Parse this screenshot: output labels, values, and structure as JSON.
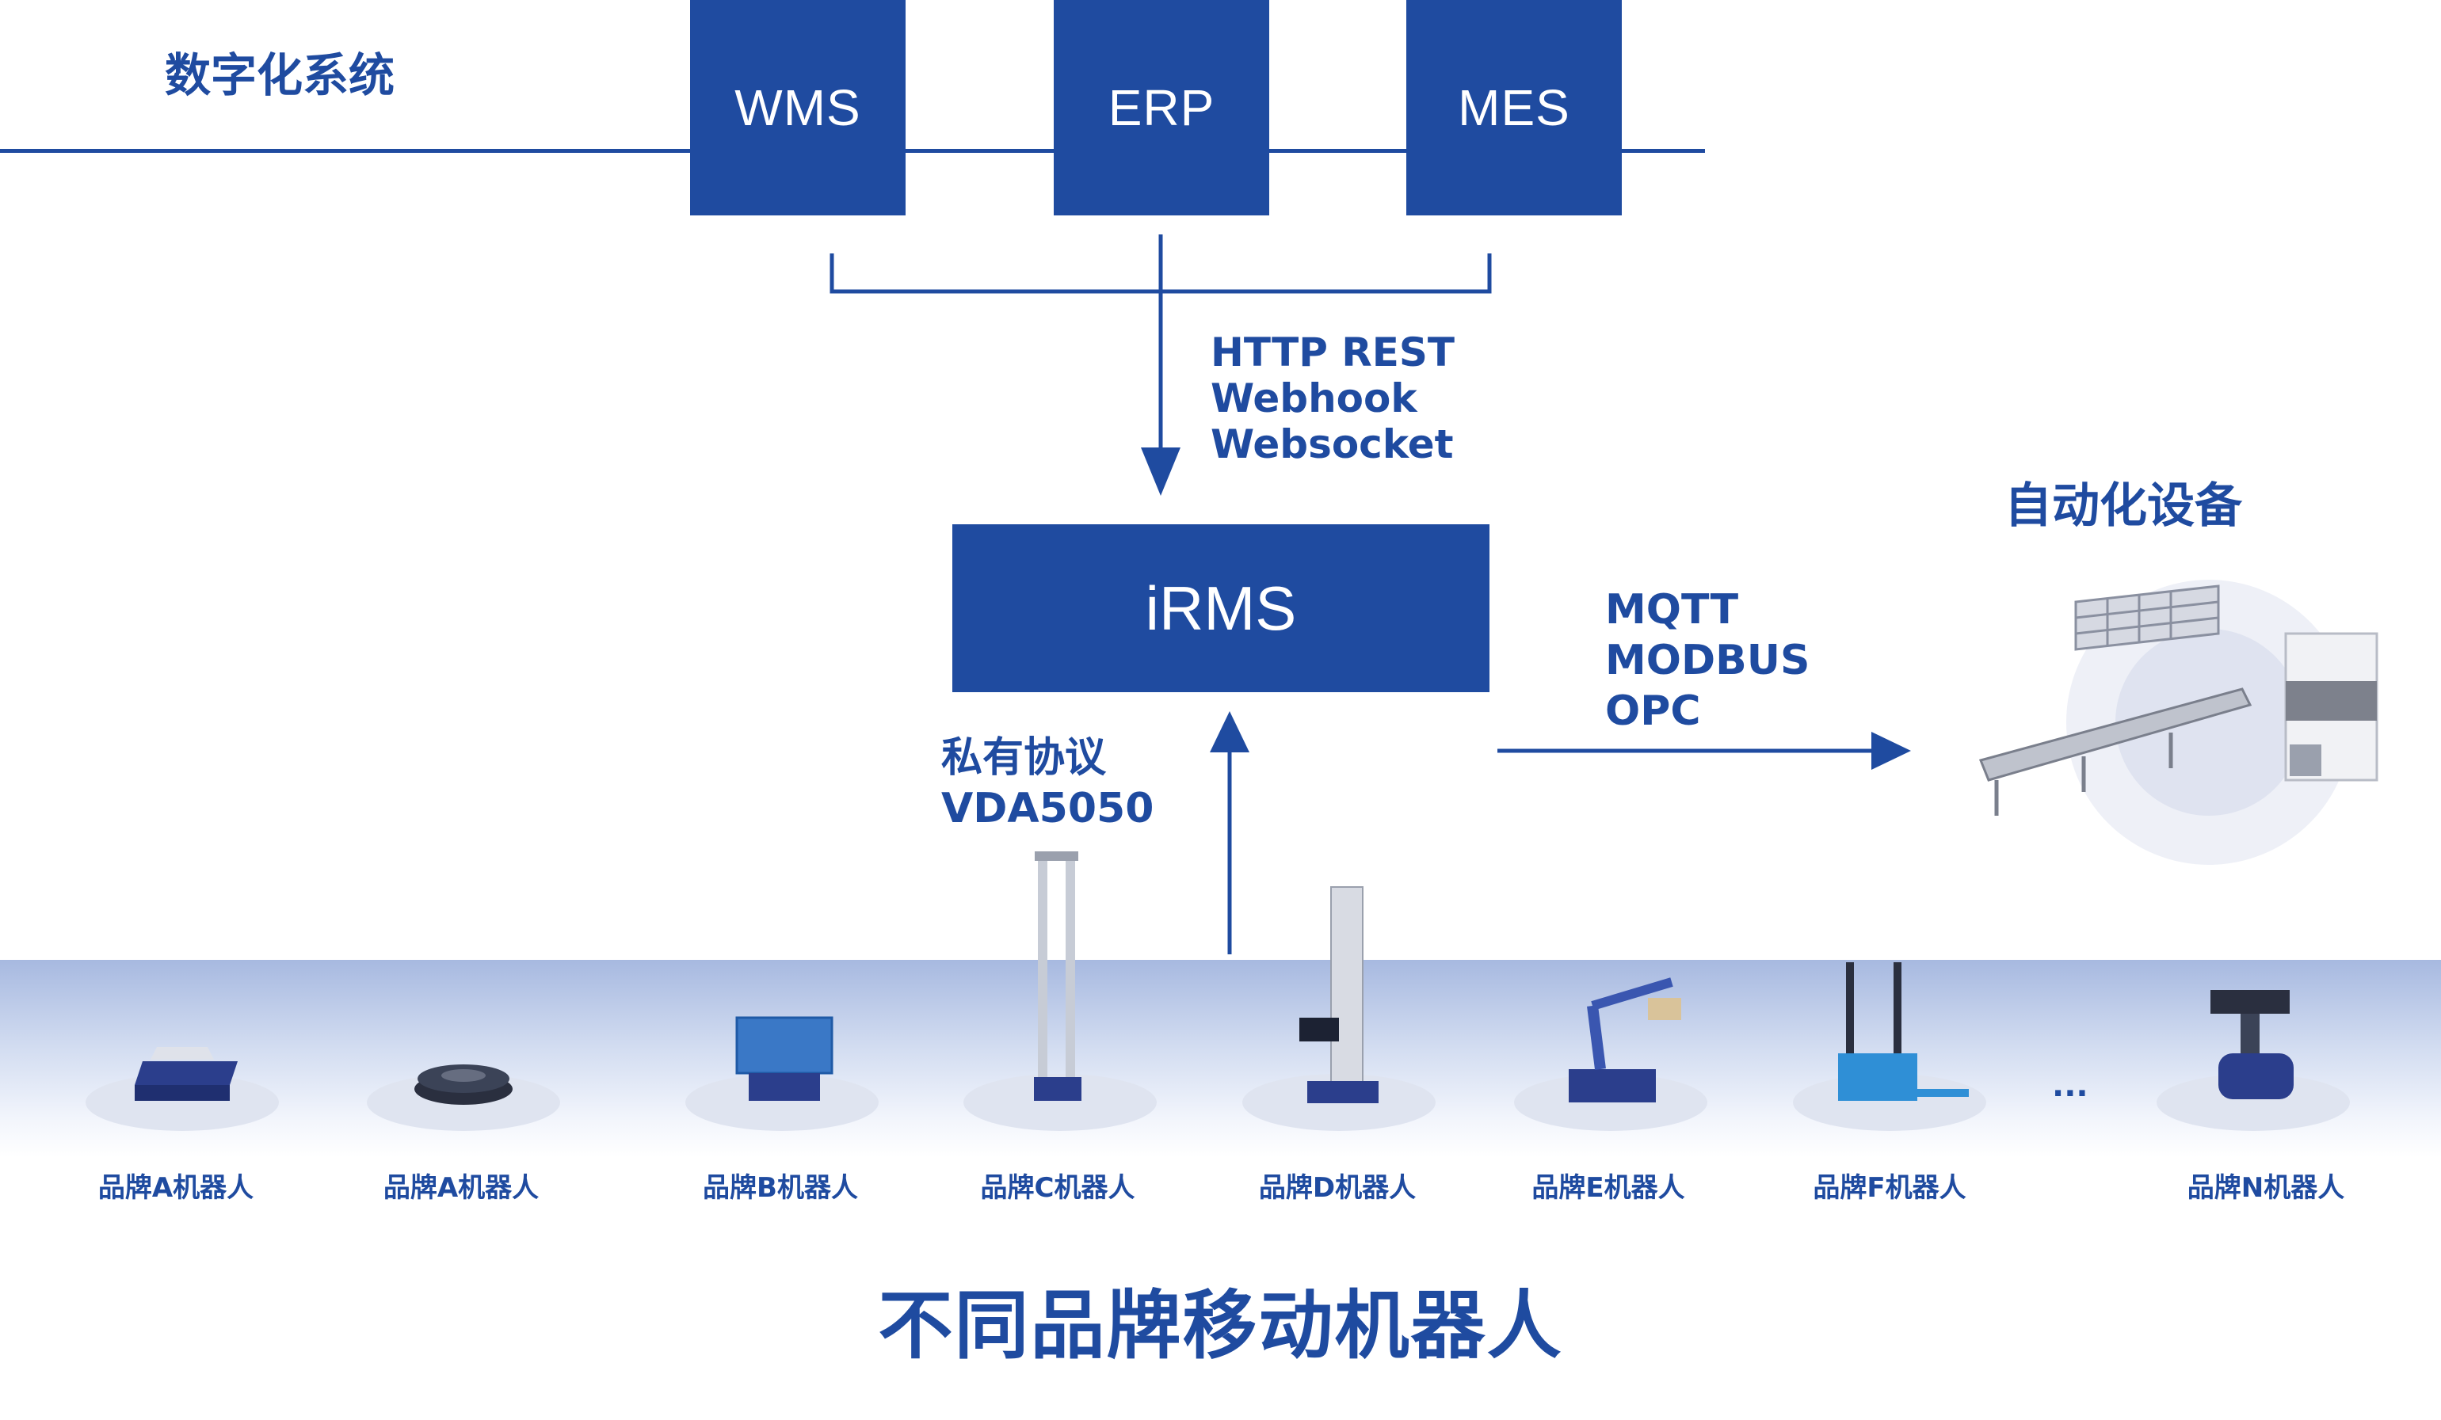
{
  "digital_systems": {
    "label": "数字化系统",
    "boxes": [
      "WMS",
      "ERP",
      "MES"
    ]
  },
  "upper_protocols": [
    "HTTP REST",
    "Webhook",
    "Websocket"
  ],
  "core": {
    "label": "iRMS"
  },
  "lower_protocols": [
    "私有协议",
    "VDA5050"
  ],
  "automation": {
    "label": "自动化设备",
    "protocols": [
      "MQTT",
      "MODBUS",
      "OPC"
    ]
  },
  "robots": {
    "labels": [
      "品牌A机器人",
      "品牌A机器人",
      "品牌B机器人",
      "品牌C机器人",
      "品牌D机器人",
      "品牌E机器人",
      "品牌F机器人",
      "品牌N机器人"
    ],
    "ellipsis": "...",
    "title": "不同品牌移动机器人"
  },
  "colors": {
    "brand": "#1f4ba0",
    "ground_top": "#a7b9e0"
  }
}
